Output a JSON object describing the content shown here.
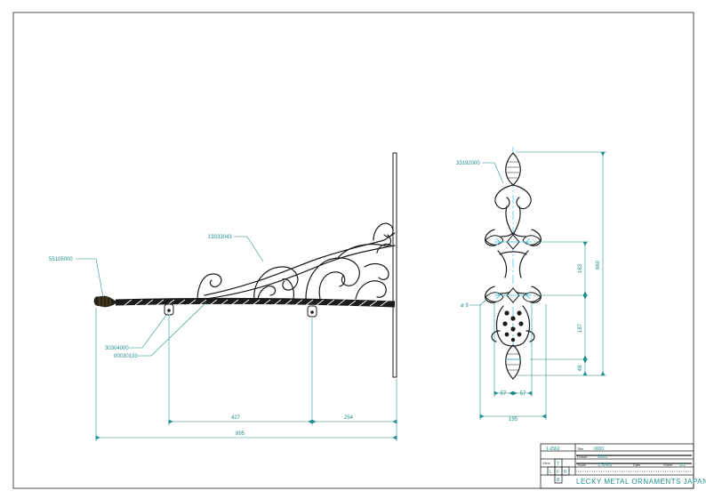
{
  "labels": {
    "finial_part": "55105000",
    "scroll_part": "19333043",
    "bar_part_1": "30304000",
    "bar_part_2": "00030133",
    "medallion_part": "33192000"
  },
  "dimensions": {
    "bracket_hole_spacing": "427",
    "bracket_wall_offset": "254",
    "bracket_total_length": "895",
    "medallion_upper_span": "163",
    "medallion_lower_span": "187",
    "medallion_bottom_span": "48",
    "medallion_total_height": "660",
    "medallion_left_half": "57",
    "medallion_right_half": "57",
    "medallion_total_width": "195",
    "medallion_bar_dia": "ø 9"
  },
  "title_block": {
    "drawing_no": "1-0562",
    "title_label": "Title",
    "title_value": "0000",
    "drawn_label": "Drawn",
    "drawn_value": "0000",
    "scale_label": "Scale",
    "scale_value": "1:5(A3)",
    "date_label": "Date",
    "sheet_label": "Sheet",
    "sheet_value": "1/1",
    "view_label": "View",
    "view_letters": [
      "T",
      "L",
      "F",
      "R",
      "B"
    ],
    "company": "LECKY METAL ORNAMENTS JAPAN"
  },
  "colors": {
    "dimension": "#1f8f8a",
    "linework": "#1b1b1b",
    "centerline": "#3bbcd6"
  }
}
